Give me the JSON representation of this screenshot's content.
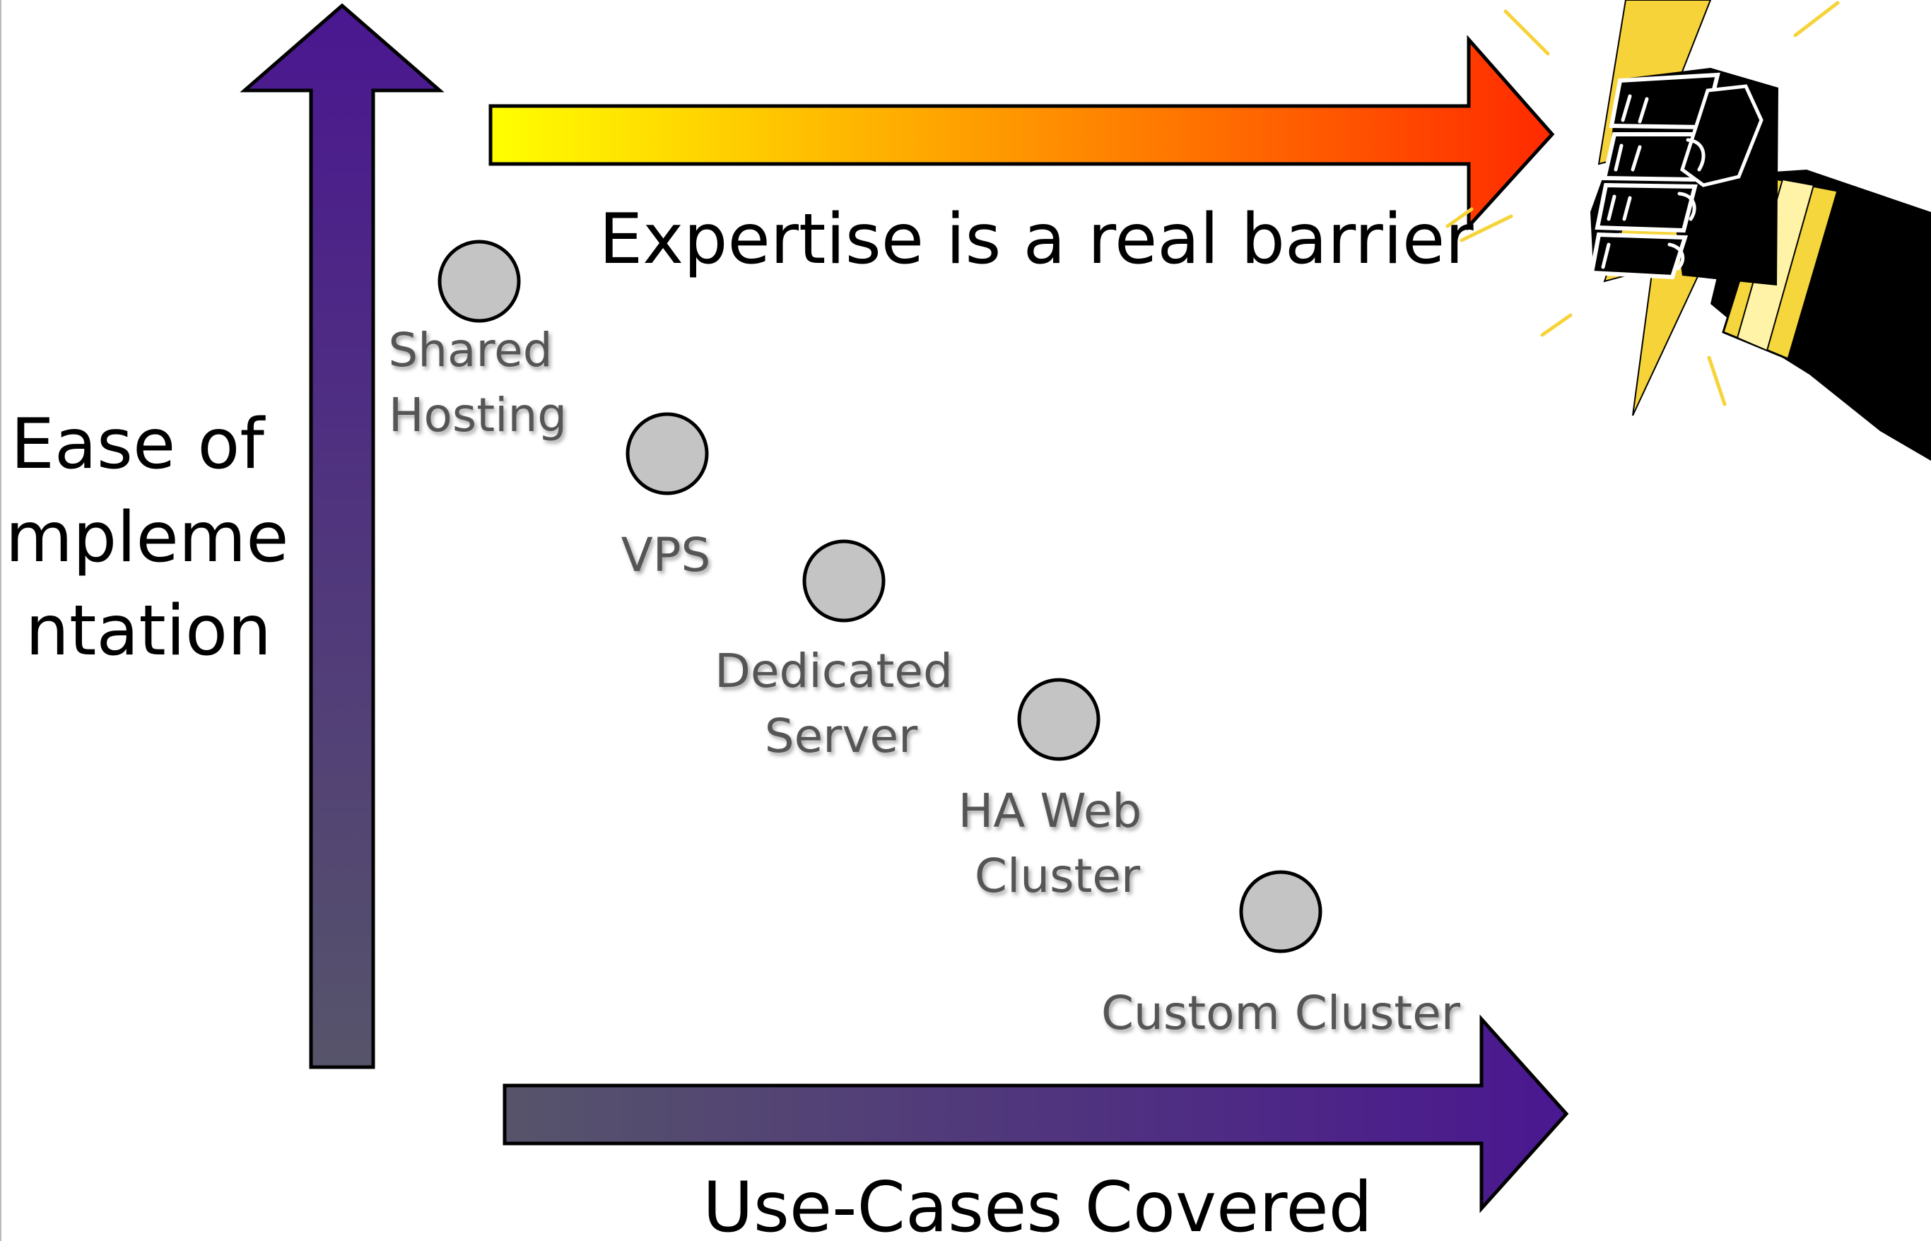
{
  "axes": {
    "y_label_lines": [
      "Ease of",
      "impleme",
      "ntation"
    ],
    "x_label": "Use-Cases Covered"
  },
  "barrier": {
    "label": "Expertise is a real barrier"
  },
  "options": [
    {
      "lines": [
        "Shared",
        "Hosting"
      ]
    },
    {
      "lines": [
        "VPS"
      ]
    },
    {
      "lines": [
        "Dedicated",
        "Server"
      ]
    },
    {
      "lines": [
        "HA Web",
        "Cluster"
      ]
    },
    {
      "lines": [
        "Custom Cluster"
      ]
    }
  ],
  "colors": {
    "axis_start": "#56546a",
    "axis_end": "#4a1790",
    "barrier_start": "#ffff00",
    "barrier_end": "#ff2a00",
    "dot_fill": "#c4c4c4",
    "dot_stroke": "#000000",
    "option_text": "#555555",
    "label_text": "#000000",
    "fist": "#000000",
    "lightning": "#f7d33a"
  },
  "icons": {
    "barrier_illustration": "fist-with-lightning-icon"
  }
}
